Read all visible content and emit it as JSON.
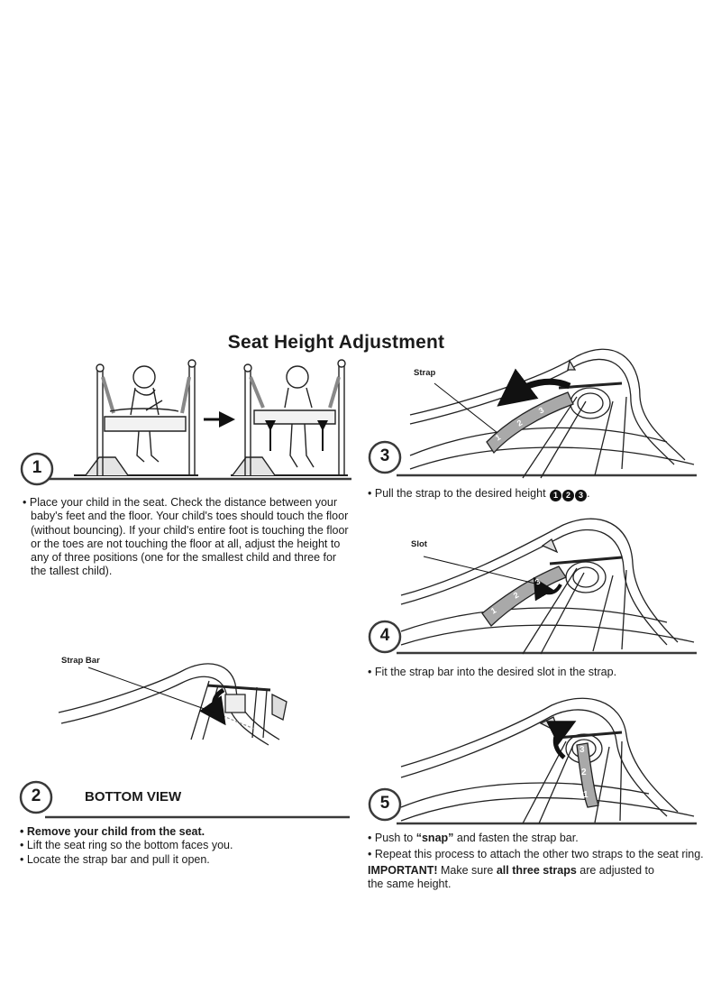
{
  "title": "Seat Height Adjustment",
  "callouts": {
    "strap": "Strap",
    "slot": "Slot",
    "strap_bar": "Strap Bar"
  },
  "bottom_view": "BOTTOM VIEW",
  "strap_labels": [
    "1",
    "2",
    "3"
  ],
  "steps": [
    {
      "number": "1",
      "bullets": [
        "Place your child in the seat. Check the distance between your baby's feet and the floor. Your child's toes should touch the floor (without bouncing). If your child's entire foot is touching the floor or the toes are not touching the floor at all, adjust the height to any of three positions (one for the smallest child and three for the tallest child)."
      ]
    },
    {
      "number": "2",
      "bullets": [
        "Remove your child from the seat.",
        "Lift the seat ring so the bottom faces you.",
        "Locate the strap bar and pull it open."
      ]
    },
    {
      "number": "3",
      "bullet": "Pull the strap to the desired height",
      "badges": [
        "1",
        "2",
        "3"
      ],
      "suffix": "."
    },
    {
      "number": "4",
      "bullets": [
        "Fit the strap bar into the desired slot in the strap."
      ]
    },
    {
      "number": "5",
      "b1_prefix": "Push to ",
      "b1_bold": "“snap”",
      "b1_suffix": " and fasten the strap bar.",
      "b2": "Repeat this process to attach the other two straps to the seat ring.",
      "important_label": "IMPORTANT!",
      "important_pre": " Make sure ",
      "important_bold": "all three straps",
      "important_post": " are adjusted to the same height."
    }
  ],
  "colors": {
    "ink": "#1a1a1a",
    "strap_fill": "#a9a9a9",
    "rule": "#3a3a3a"
  }
}
